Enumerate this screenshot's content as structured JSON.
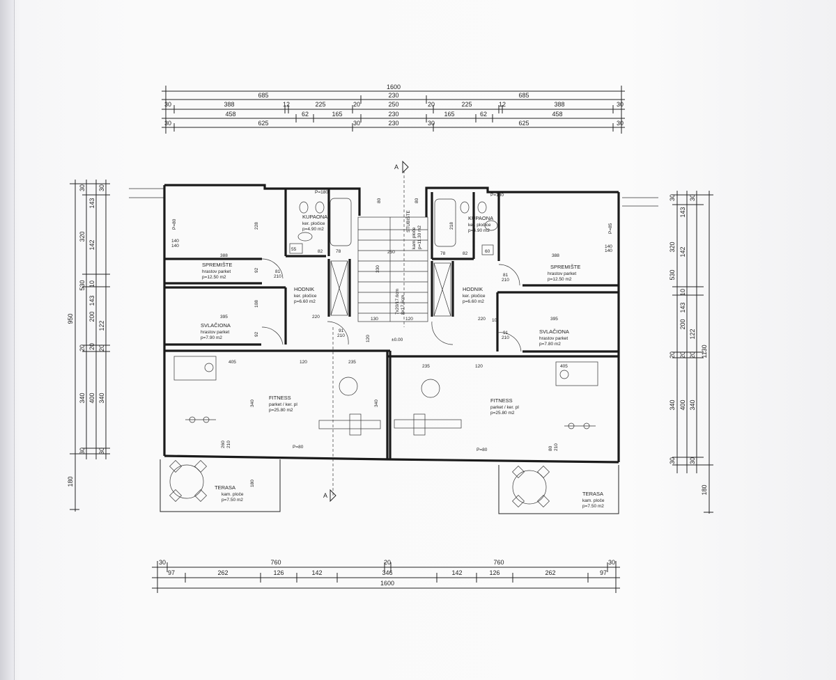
{
  "dimensions": {
    "top_row1": [
      "1600"
    ],
    "top_row2": [
      "685",
      "230",
      "685"
    ],
    "top_row3": [
      "30",
      "388",
      "12",
      "225",
      "20",
      "250",
      "20",
      "225",
      "12",
      "388",
      "30"
    ],
    "top_row4": [
      "458",
      "62",
      "165",
      "230",
      "165",
      "62",
      "458"
    ],
    "top_row5": [
      "30",
      "625",
      "30",
      "230",
      "30",
      "625",
      "30"
    ],
    "bottom_row1": [
      "30",
      "760",
      "20",
      "760",
      "30"
    ],
    "bottom_row2": [
      "97",
      "262",
      "126",
      "142",
      "346",
      "142",
      "126",
      "262",
      "97"
    ],
    "bottom_row3": [
      "1600"
    ],
    "left_col_outer": [
      "950",
      "180"
    ],
    "left_col_a": [
      "30",
      "320",
      "530",
      "20",
      "340",
      "30"
    ],
    "left_col_b": [
      "143",
      "142",
      "10",
      "143",
      "200",
      "20",
      "400"
    ],
    "left_col_c": [
      "30",
      "122",
      "20",
      "340",
      "30"
    ],
    "right_col_outer": [
      "1130",
      "180"
    ],
    "right_col_a": [
      "30",
      "320",
      "530",
      "20",
      "340",
      "30"
    ],
    "right_col_b": [
      "143",
      "142",
      "10",
      "143",
      "200",
      "20",
      "400"
    ],
    "right_col_c": [
      "30",
      "122",
      "20",
      "340",
      "30"
    ]
  },
  "section_marks": {
    "top": "A",
    "bottom": "A"
  },
  "rooms_left": {
    "storage": {
      "name": "SPREMIŠTE",
      "floor": "hrastov parket",
      "area": "p=12.50 m2"
    },
    "bath": {
      "name": "KUPAONA",
      "floor": "ker. pločice",
      "area": "p=4.90 m2"
    },
    "hall": {
      "name": "HODNIK",
      "floor": "ker. pločice",
      "area": "p=6.60 m2"
    },
    "dressing": {
      "name": "SVLAČIONA",
      "floor": "hrastov parket",
      "area": "p=7.90 m2"
    },
    "fitness": {
      "name": "FITNESS",
      "floor": "parket / ker. pl",
      "area": "p=25.80 m2"
    },
    "terrace": {
      "name": "TERASA",
      "floor": "kam. ploče",
      "area": "p=7.50 m2"
    }
  },
  "rooms_right": {
    "storage": {
      "name": "SPREMIŠTE",
      "floor": "hrastov parket",
      "area": "p=12.50 m2"
    },
    "bath": {
      "name": "KUPAONA",
      "floor": "ker. pločice",
      "area": "p=4.90 m2"
    },
    "hall": {
      "name": "HODNIK",
      "floor": "ker. pločice",
      "area": "p=6.60 m2"
    },
    "dressing": {
      "name": "SVLAČIONA",
      "floor": "hrastov parket",
      "area": "p=7.80 m2"
    },
    "fitness": {
      "name": "FITNESS",
      "floor": "parket / ker. pl",
      "area": "p=25.80 m2"
    },
    "terrace": {
      "name": "TERASA",
      "floor": "kam. ploče",
      "area": "p=7.50 m2"
    }
  },
  "stairs": {
    "name": "STUBIŠTE",
    "floor": "kam. ploče",
    "area": "p=11.30 m2",
    "steps": "7x20/17.6cm",
    "steps2": "8x17.6cm"
  },
  "level": "±0.00",
  "inner_labels_left": [
    "388",
    "228",
    "92",
    "108",
    "395",
    "92",
    "405",
    "120",
    "235",
    "340",
    "220",
    "81",
    "210",
    "91",
    "210",
    "82",
    "78",
    "55",
    "P=80",
    "140",
    "140",
    "P=80",
    "P=180",
    "260",
    "210",
    "180"
  ],
  "inner_labels_right": [
    "388",
    "218",
    "395",
    "405",
    "120",
    "235",
    "340",
    "220",
    "81",
    "210",
    "91",
    "210",
    "82",
    "78",
    "60",
    "P=85",
    "140",
    "140",
    "P=80",
    "P=180",
    "80",
    "210",
    "10"
  ],
  "center_labels": [
    "250",
    "130",
    "120",
    "120",
    "80",
    "330",
    "80"
  ]
}
